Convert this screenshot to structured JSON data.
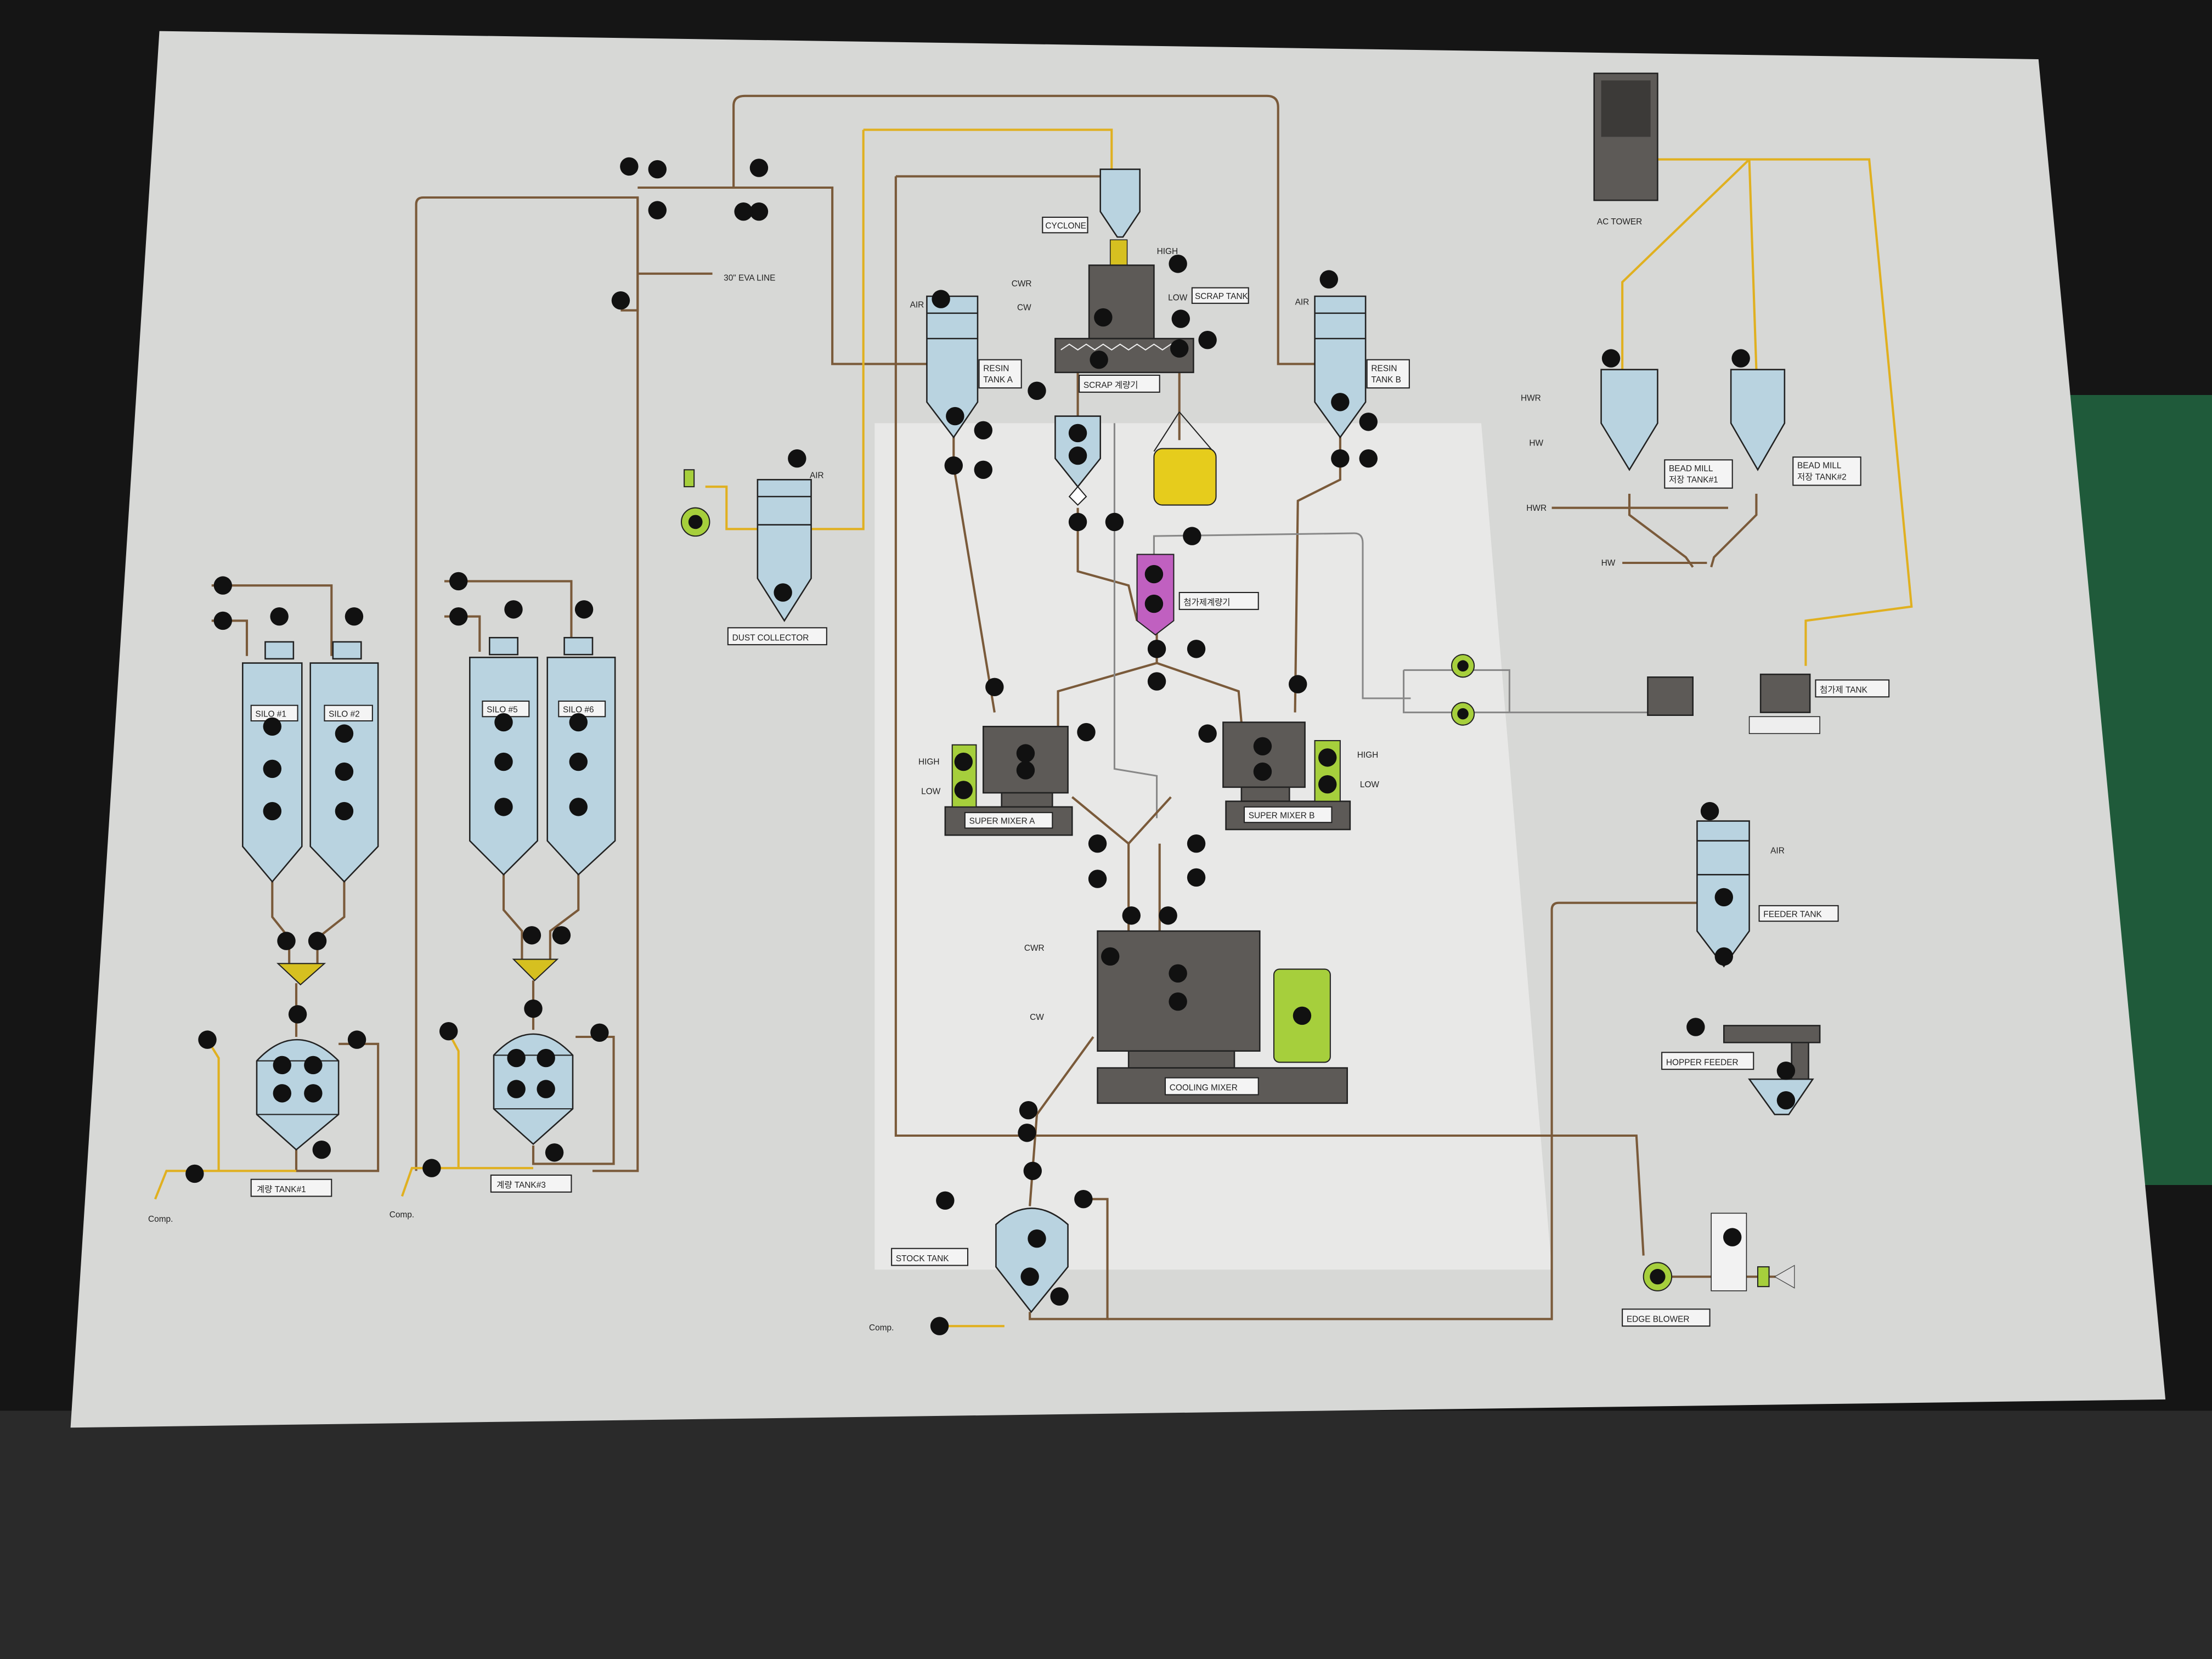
{
  "panel": {
    "eva_line": "30\" EVA LINE",
    "cyclone": "CYCLONE",
    "scrap_tank": "SCRAP TANK",
    "scrap_scale": "SCRAP 계량기",
    "high": "HIGH",
    "low": "LOW",
    "cwr": "CWR",
    "cw": "CW",
    "hwr": "HWR",
    "hw": "HW",
    "air": "AIR",
    "resin_tank_a": [
      "RESIN",
      "TANK A"
    ],
    "resin_tank_b": [
      "RESIN",
      "TANK B"
    ],
    "dust_collector": "DUST COLLECTOR",
    "additive_scale": "첨가제계량기",
    "additive_tank": "첨가제 TANK",
    "ac_tower": "AC TOWER",
    "bead_mill_1": [
      "BEAD MILL",
      "저장 TANK#1"
    ],
    "bead_mill_2": [
      "BEAD MILL",
      "저장 TANK#2"
    ],
    "silos": [
      "SILO #1",
      "SILO #2",
      "SILO #5",
      "SILO #6"
    ],
    "weigh_tank_1": "계량 TANK#1",
    "weigh_tank_3": "계량 TANK#3",
    "comp": "Comp.",
    "super_mixer_a": "SUPER MIXER A",
    "super_mixer_b": "SUPER MIXER B",
    "cooling_mixer": "COOLING MIXER",
    "feeder_tank": "FEEDER TANK",
    "hopper_feeder": "HOPPER FEEDER",
    "stock_tank": "STOCK TANK",
    "edge_blower": "EDGE BLOWER"
  },
  "colors": {
    "pipe_material": "#7a5a3a",
    "pipe_air": "#e0b020",
    "tank": "#b9d3e0",
    "machine": "#5d5a57",
    "motor": "#a6cf3c",
    "additive_scale": "#c060c0",
    "lamp": "#111111"
  }
}
